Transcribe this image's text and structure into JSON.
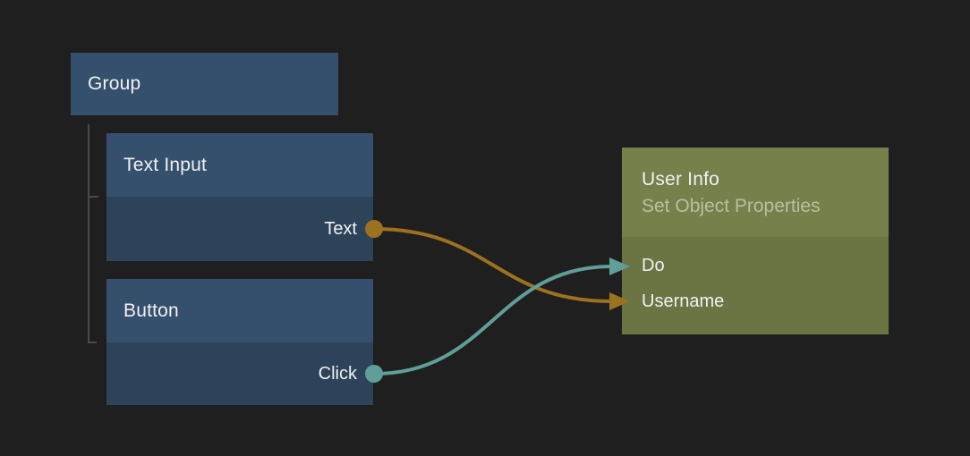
{
  "canvas": {
    "background_color": "#1f1f1f"
  },
  "palette": {
    "group_node_fill": "#34506c",
    "node_header_fill": "#35506d",
    "node_body_fill": "#2d4359",
    "user_info_header_fill": "#75804b",
    "user_info_body_fill": "#6b7544",
    "tree_line": "#4a4a4a",
    "title_text": "#f1f1f2",
    "subtitle_text": "#b9bfa0",
    "wire_orange": "#9c7120",
    "wire_teal": "#5f9e99"
  },
  "nodes": {
    "group": {
      "title": "Group"
    },
    "text_input": {
      "title": "Text Input",
      "outputs": [
        {
          "label": "Text",
          "port_color": "#9c7120"
        }
      ]
    },
    "button": {
      "title": "Button",
      "outputs": [
        {
          "label": "Click",
          "port_color": "#5f9e99"
        }
      ]
    },
    "user_info": {
      "title": "User Info",
      "subtitle": "Set Object Properties",
      "inputs": [
        {
          "label": "Do",
          "arrow_color": "#5f9e99"
        },
        {
          "label": "Username",
          "arrow_color": "#9c7120"
        }
      ]
    }
  },
  "connections": [
    {
      "from": "Text Input / Text",
      "to": "User Info / Username",
      "color": "#9c7120"
    },
    {
      "from": "Button / Click",
      "to": "User Info / Do",
      "color": "#5f9e99"
    }
  ]
}
